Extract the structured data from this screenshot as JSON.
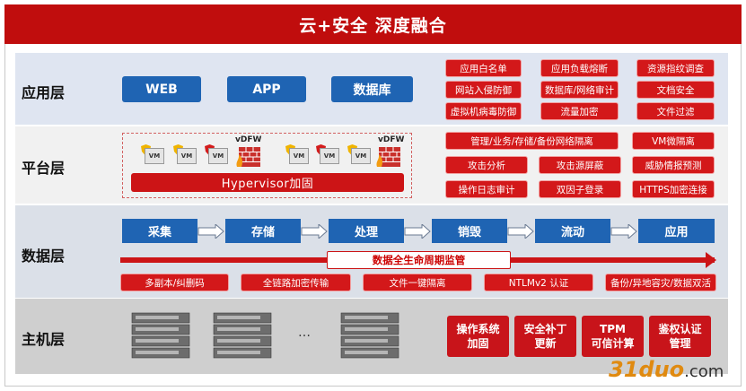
{
  "title": "云+安全 深度融合",
  "layers": {
    "app": "应用层",
    "platform": "平台层",
    "data": "数据层",
    "host": "主机层"
  },
  "app_buttons": [
    "WEB",
    "APP",
    "数据库"
  ],
  "app_tags": [
    "应用白名单",
    "应用负载熔断",
    "资源指纹调查",
    "网站入侵防御",
    "数据库/网络审计",
    "文档安全",
    "虚拟机病毒防御",
    "流量加密",
    "文件过滤"
  ],
  "platform": {
    "vdfw": "vDFW",
    "vm": "VM",
    "hypervisor": "Hypervisor加固",
    "tags": [
      "管理/业务/存储/备份网络隔离",
      "VM微隔离",
      "攻击分析",
      "攻击源屏蔽",
      "威胁情报预测",
      "操作日志审计",
      "双因子登录",
      "HTTPS加密连接"
    ]
  },
  "data_layer": {
    "pipeline": [
      "采集",
      "存储",
      "处理",
      "销毁",
      "流动",
      "应用"
    ],
    "lifecycle": "数据全生命周期监管",
    "tags": [
      "多副本/纠删码",
      "全链路加密传输",
      "文件一键隔离",
      "NTLMv2 认证",
      "备份/异地容灾/数据双活"
    ]
  },
  "host_layer": {
    "dots": "…",
    "boxes": [
      {
        "l1": "操作系统",
        "l2": "加固"
      },
      {
        "l1": "安全补丁",
        "l2": "更新"
      },
      {
        "l1": "TPM",
        "l2": "可信计算"
      },
      {
        "l1": "鉴权认证",
        "l2": "管理"
      }
    ]
  },
  "watermark": {
    "brand": "31duo",
    "suffix": ".com"
  },
  "colors": {
    "red": "#cc1416",
    "blue": "#1f64b3"
  }
}
